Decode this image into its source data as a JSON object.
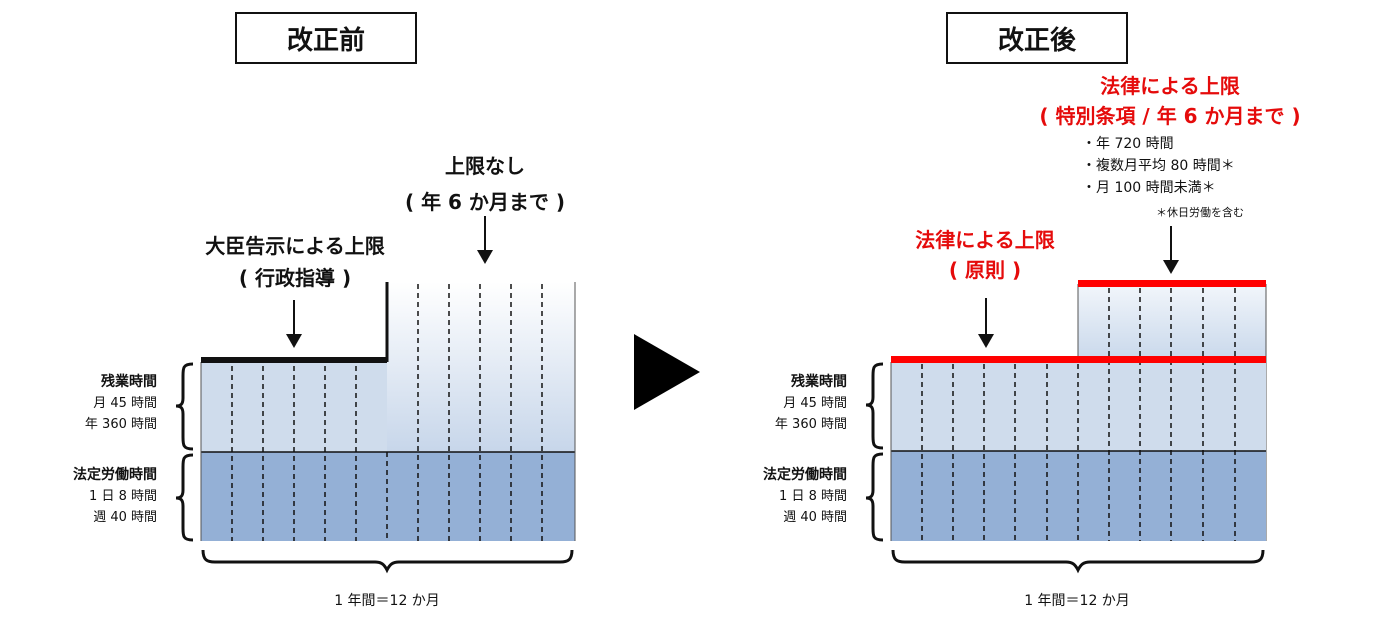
{
  "before": {
    "title": "改正前",
    "no_limit": {
      "line1": "上限なし",
      "line2": "( 年 6 か月まで )"
    },
    "guideline": {
      "line1": "大臣告示による上限",
      "line2": "( 行政指導 )"
    },
    "overtime": {
      "title": "残業時間",
      "line1": "月 45 時間",
      "line2": "年 360 時間"
    },
    "statutory": {
      "title": "法定労働時間",
      "line1": "1 日 8 時間",
      "line2": "週 40 時間"
    },
    "caption": "1 年間＝12 か月"
  },
  "after": {
    "title": "改正後",
    "special_limit": {
      "line1": "法律による上限",
      "line2": "( 特別条項 / 年 6 か月まで )"
    },
    "bullets": [
      "・年 720 時間",
      "・複数月平均 80 時間＊",
      "・月 100 時間未満＊"
    ],
    "note": "＊休日労働を含む",
    "principle_limit": {
      "line1": "法律による上限",
      "line2": "( 原則 )"
    },
    "overtime": {
      "title": "残業時間",
      "line1": "月 45 時間",
      "line2": "年 360 時間"
    },
    "statutory": {
      "title": "法定労働時間",
      "line1": "1 日 8 時間",
      "line2": "週 40 時間"
    },
    "caption": "1 年間＝12 か月"
  },
  "colors": {
    "statutory_fill": "#94b0d6",
    "overtime_fill": "#cfdcec",
    "limit_red": "#ff0000",
    "guideline_black": "#111111"
  }
}
